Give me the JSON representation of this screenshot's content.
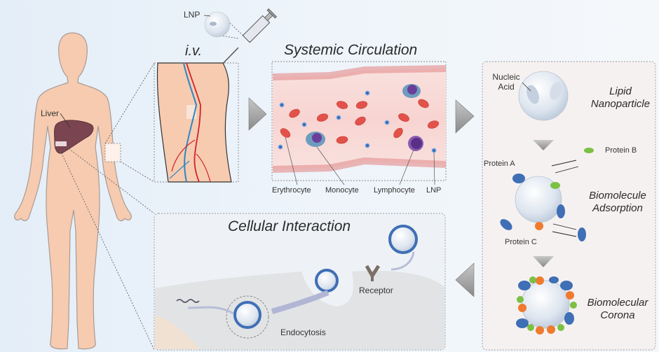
{
  "figure": {
    "human": {
      "organ_label": "Liver"
    },
    "injection": {
      "particle_label": "LNP",
      "route_label": "i.v."
    },
    "circulation": {
      "title": "Systemic Circulation",
      "labels": [
        "Erythrocyte",
        "Monocyte",
        "Lymphocyte",
        "LNP"
      ]
    },
    "corona_panel": {
      "stage1_title_line1": "Lipid",
      "stage1_title_line2": "Nanoparticle",
      "stage1_label_line1": "Nucleic",
      "stage1_label_line2": "Acid",
      "stage2_title_line1": "Biomolecule",
      "stage2_title_line2": "Adsorption",
      "protein_a": "Protein A",
      "protein_b": "Protein B",
      "protein_c": "Protein C",
      "stage3_title_line1": "Biomolecular",
      "stage3_title_line2": "Corona"
    },
    "cellular": {
      "title": "Cellular Interaction",
      "receptor_label": "Receptor",
      "endocytosis_label": "Endocytosis"
    },
    "colors": {
      "skin": "#f6cbb0",
      "liver": "#7a4450",
      "vein": "#2f86c4",
      "artery": "#d3222a",
      "erythrocyte": "#e2524a",
      "lnp_dot": "#3a6fc0",
      "vessel": "#f7d7d4",
      "protein_blue": "#3f6fb5",
      "protein_green": "#7bc043",
      "protein_orange": "#f07a2e"
    }
  }
}
